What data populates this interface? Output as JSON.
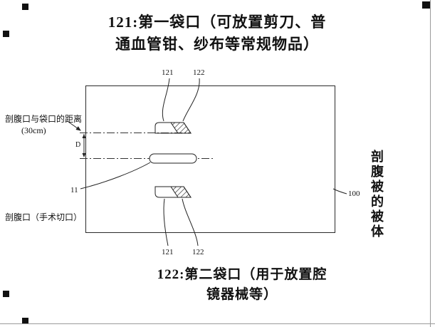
{
  "title": {
    "line1": "121:第一袋口（可放置剪刀、普",
    "line2": "通血管钳、纱布等常规物品）"
  },
  "caption": {
    "line1": "122:第二袋口（用于放置腔",
    "line2": "镜器械等）"
  },
  "left_labels": {
    "distance_label": "剖腹口与袋口的距离",
    "distance_value": "(30cm)",
    "d_dimension": "D",
    "incision_label": "剖腹口（手术切口）"
  },
  "refs": {
    "top_121": "121",
    "top_122": "122",
    "bottom_121": "121",
    "bottom_122": "122",
    "slot_ref": "11",
    "body_ref": "100"
  },
  "right_labels": {
    "vertical_label": "剖腹被的被体"
  },
  "colors": {
    "line": "#2a2a2a",
    "text": "#111111",
    "background": "#ffffff"
  }
}
